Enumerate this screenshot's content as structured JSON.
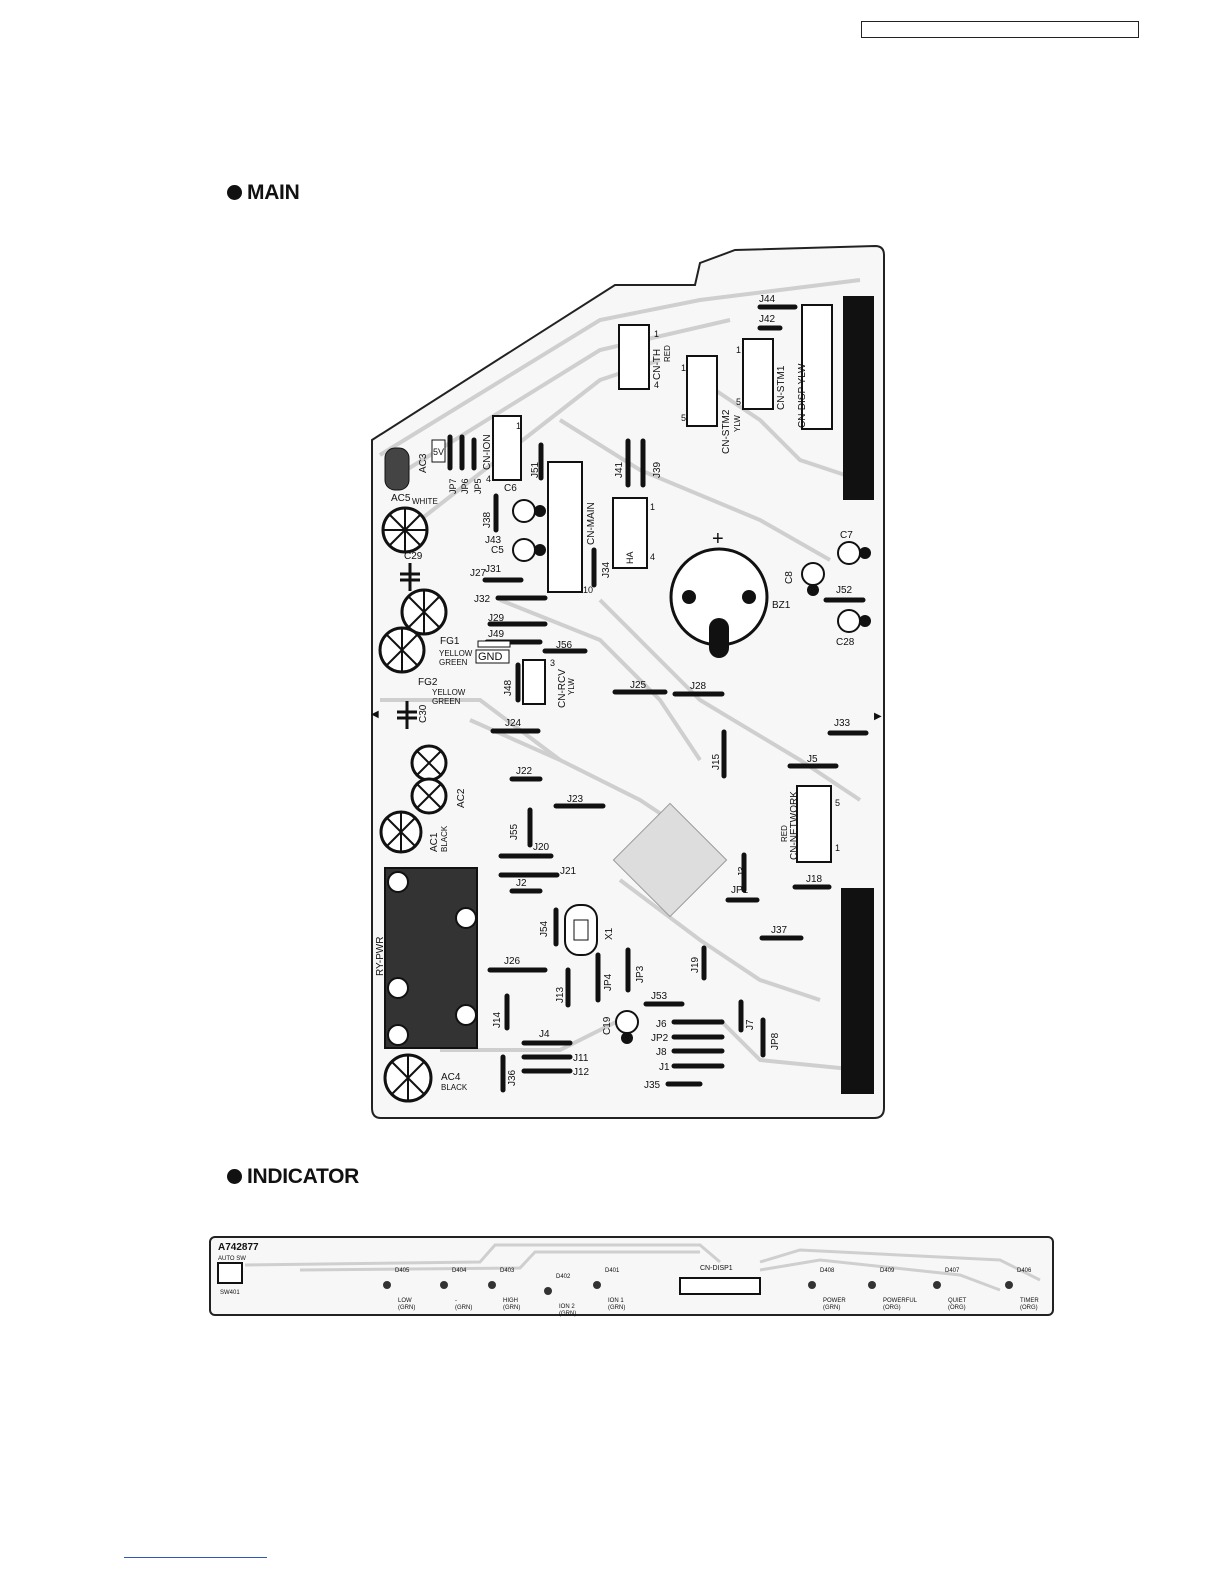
{
  "header": {
    "box": ""
  },
  "sections": {
    "main": {
      "title": "MAIN"
    },
    "indicator": {
      "title": "INDICATOR"
    }
  },
  "main_board": {
    "labels": {
      "j44": "J44",
      "j42": "J42",
      "j41": "J41",
      "j39": "J39",
      "j51": "J51",
      "j38": "J38",
      "j43": "J43",
      "j31": "J31",
      "j27": "J27",
      "j32": "J32",
      "j29": "J29",
      "j49": "J49",
      "j56": "J56",
      "j48": "J48",
      "j25": "J25",
      "j28": "J28",
      "j24": "J24",
      "j15": "J15",
      "j33": "J33",
      "j5": "J5",
      "j22": "J22",
      "j23": "J23",
      "j55": "J55",
      "j20": "J20",
      "j21": "J21",
      "j2": "J2",
      "j3": "J3",
      "jp1": "JP1",
      "j18": "J18",
      "j54": "J54",
      "j37": "J37",
      "j26": "J26",
      "j13": "J13",
      "jp4": "JP4",
      "jp3": "JP3",
      "j19": "J19",
      "j53": "J53",
      "j14": "J14",
      "j4": "J4",
      "j6": "J6",
      "jp2": "JP2",
      "j8": "J8",
      "j1": "J1",
      "j7": "J7",
      "jp8": "JP8",
      "j11": "J11",
      "j12": "J12",
      "j36": "J36",
      "j35": "J35",
      "j52": "J52",
      "j34": "J34",
      "c5": "C5",
      "c6": "C6",
      "c7": "C7",
      "c8": "C8",
      "c28": "C28",
      "c29": "C29",
      "c30": "C30",
      "c19": "C19",
      "ac1": "AC1",
      "ac2": "AC2",
      "ac3": "AC3",
      "ac4": "AC4",
      "ac5": "AC5",
      "fg1": "FG1",
      "fg2": "FG2",
      "bz1": "BZ1",
      "x1": "X1",
      "ry_pwr": "RY-PWR",
      "jp7": "JP7",
      "jp6": "JP6",
      "jp5": "JP5",
      "five_v": "5V",
      "gnd": "GND",
      "white": "WHITE",
      "black1": "BLACK",
      "black4": "BLACK",
      "yellow1": "YELLOW",
      "green1": "GREEN",
      "yellow2": "YELLOW",
      "green2": "GREEN",
      "cn_main": "CN-MAIN",
      "cn_ion": "CN-ION",
      "cn_th": "CN-TH",
      "red_th": "RED",
      "cn_stm1": "CN-STM1",
      "cn_stm2": "CN-STM2",
      "ylw_stm2": "YLW",
      "cn_disp": "CN-DISP YLW",
      "cn_rcv": "CN-RCV",
      "ylw_rcv": "YLW",
      "cn_network": "CN-NETWORK",
      "red_net": "RED",
      "ha": "HA",
      "plus": "+",
      "n1": "1",
      "n4": "4",
      "n10": "10",
      "n5": "5",
      "n3": "3"
    }
  },
  "indicator_board": {
    "part_no": "A742877",
    "auto_sw": "AUTO SW",
    "sw401": "SW401",
    "connector": "CN-DISP1",
    "leds": [
      {
        "id": "D405",
        "label": "LOW",
        "color": "(GRN)"
      },
      {
        "id": "D404",
        "label": "-",
        "color": "(GRN)"
      },
      {
        "id": "D403",
        "label": "HIGH",
        "color": "(GRN)"
      },
      {
        "id": "D402",
        "label": "ION 2",
        "color": "(GRN)"
      },
      {
        "id": "D401",
        "label": "ION 1",
        "color": "(GRN)"
      },
      {
        "id": "D408",
        "label": "POWER",
        "color": "(GRN)"
      },
      {
        "id": "D409",
        "label": "POWERFUL",
        "color": "(ORG)"
      },
      {
        "id": "D407",
        "label": "QUIET",
        "color": "(ORG)"
      },
      {
        "id": "D406",
        "label": "TIMER",
        "color": "(ORG)"
      }
    ]
  },
  "footer": {
    "link": ""
  },
  "colors": {
    "ink": "#111111",
    "trace": "#d9d9d9",
    "board": "#f6f6f6"
  }
}
